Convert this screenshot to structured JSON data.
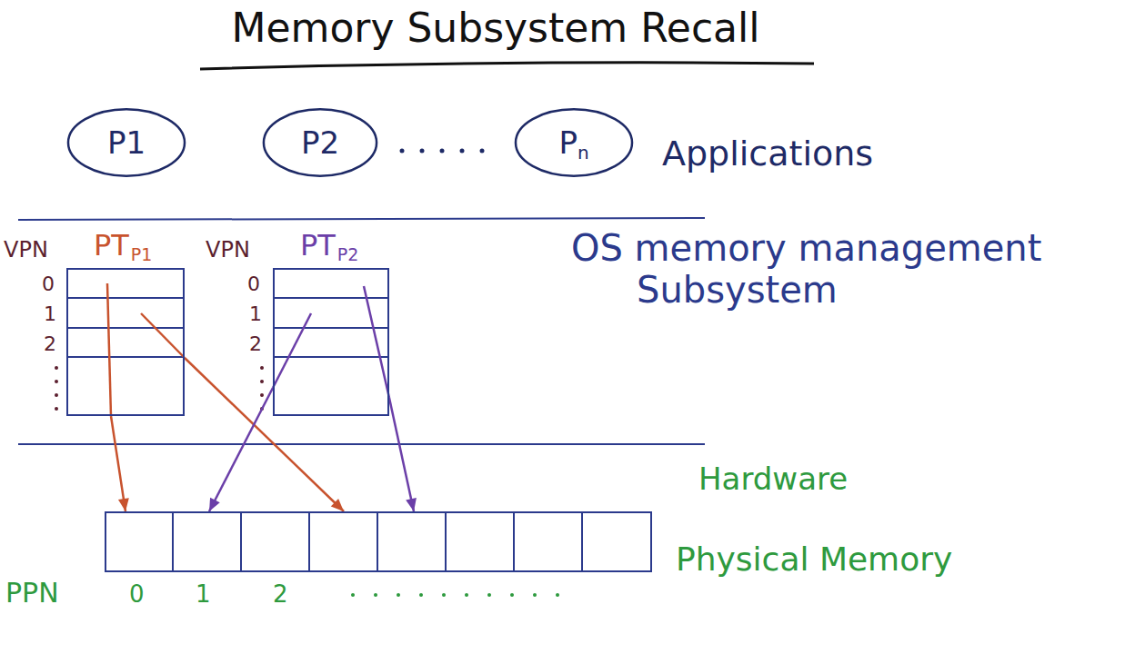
{
  "diagram": {
    "title": "Memory Subsystem Recall",
    "nodes": [
      {
        "text": [
          "P1"
        ]
      },
      {
        "text": [
          "P2"
        ]
      },
      {
        "text": [
          "P",
          "n"
        ]
      },
      {
        "text": [
          "PT",
          "P1"
        ]
      },
      {
        "text": [
          "PT",
          "P2"
        ]
      },
      {
        "text": [
          "Physical Memory"
        ]
      }
    ],
    "edges": [
      {
        "from": 3,
        "to": 5,
        "arrow": "to"
      },
      {
        "from": 3,
        "to": 5,
        "arrow": "to"
      },
      {
        "from": 4,
        "to": 5,
        "arrow": "to"
      },
      {
        "from": 4,
        "to": 5,
        "arrow": "to"
      }
    ],
    "labels": [
      "Applications",
      "OS memory management Subsystem",
      "VPN",
      "0",
      "1",
      "2",
      "VPN",
      "0",
      "1",
      "2",
      "Hardware",
      "PPN",
      "0",
      "1",
      "2"
    ]
  }
}
